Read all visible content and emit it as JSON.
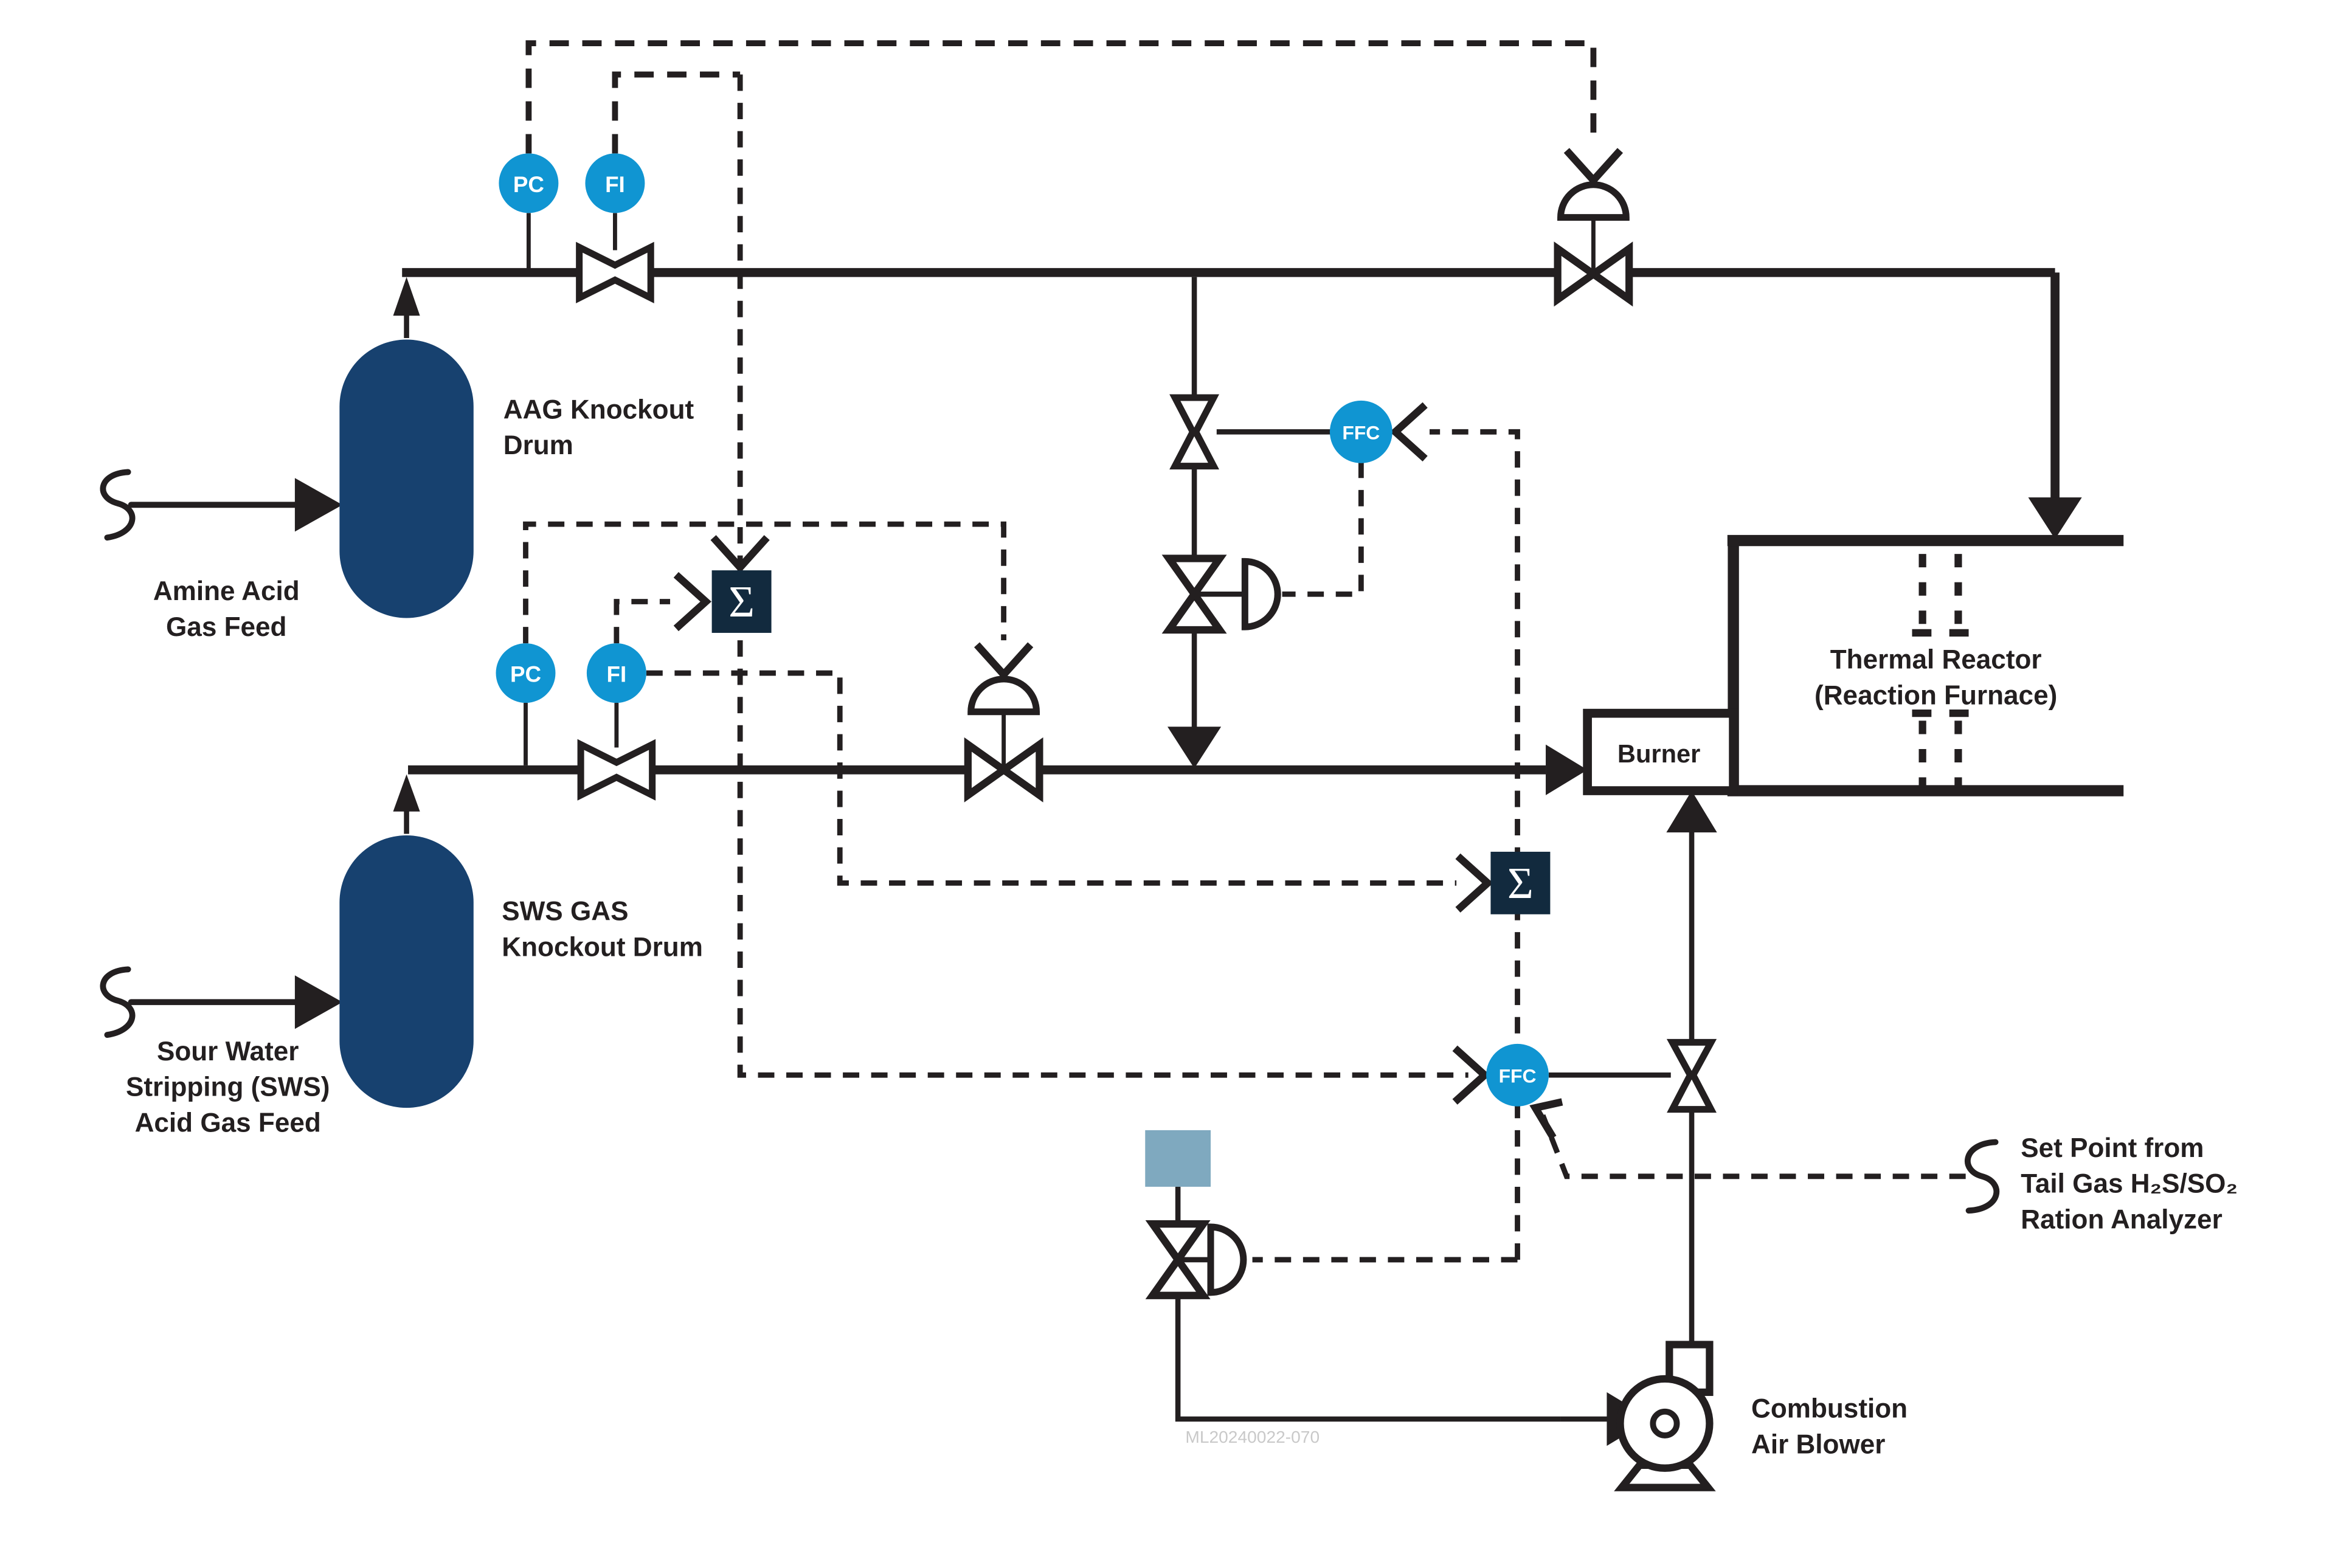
{
  "colors": {
    "instrument_blue": "#1095D2",
    "navy_dark": "#122A3E",
    "vessel_navy": "#17416F",
    "slate_square": "#7FA9BF",
    "line_black": "#231F20",
    "watermark_gray": "#C9C9C9"
  },
  "feeds": {
    "amine": {
      "line1": "Amine Acid",
      "line2": "Gas Feed"
    },
    "sws": {
      "line1": "Sour Water",
      "line2": "Stripping (SWS)",
      "line3": "Acid Gas Feed"
    }
  },
  "vessels": {
    "aag": {
      "line1": "AAG Knockout",
      "line2": "Drum"
    },
    "sws": {
      "line1": "SWS GAS",
      "line2": "Knockout Drum"
    }
  },
  "instruments": {
    "pc1": "PC",
    "fi1": "FI",
    "pc2": "PC",
    "fi2": "FI",
    "ffc1": "FFC",
    "ffc2": "FFC",
    "sum1": "Σ",
    "sum2": "Σ"
  },
  "equipment": {
    "burner": "Burner",
    "reactor": {
      "line1": "Thermal Reactor",
      "line2": "(Reaction Furnace)"
    },
    "blower": {
      "line1": "Combustion",
      "line2": "Air Blower"
    }
  },
  "annotations": {
    "setpoint": {
      "line1": "Set Point from",
      "line2": "Tail Gas H₂S/SO₂",
      "line3": "Ration Analyzer"
    },
    "watermark": "ML20240022-070"
  }
}
